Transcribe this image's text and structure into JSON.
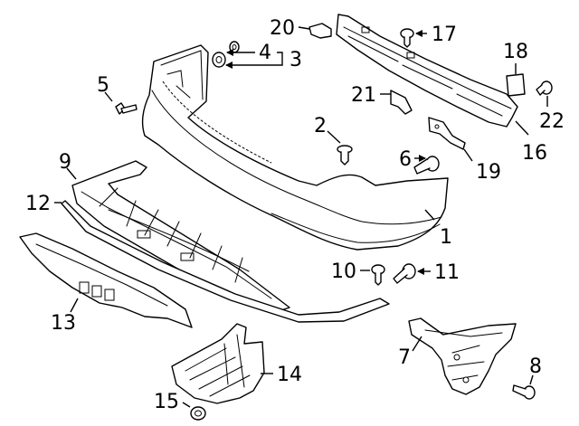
{
  "diagram": {
    "callouts": {
      "c1": "1",
      "c2": "2",
      "c3": "3",
      "c4": "4",
      "c5": "5",
      "c6": "6",
      "c7": "7",
      "c8": "8",
      "c9": "9",
      "c10": "10",
      "c11": "11",
      "c12": "12",
      "c13": "13",
      "c14": "14",
      "c15": "15",
      "c16": "16",
      "c17": "17",
      "c18": "18",
      "c19": "19",
      "c20": "20",
      "c21": "21",
      "c22": "22"
    },
    "colors": {
      "line": "#000000",
      "background": "#ffffff"
    }
  }
}
